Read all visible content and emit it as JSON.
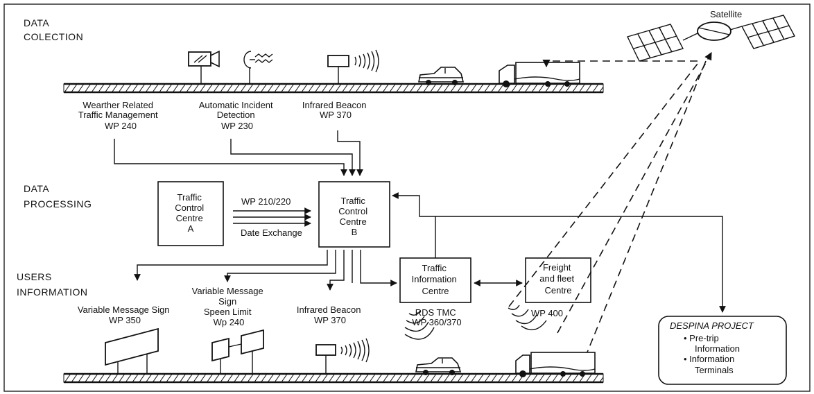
{
  "sections": {
    "collection": [
      "DATA",
      "COLECTION"
    ],
    "processing": [
      "DATA",
      "PROCESSING"
    ],
    "users": [
      "USERS",
      "INFORMATION"
    ]
  },
  "satellite": "Satellite",
  "top_sources": {
    "weather": [
      "Wearther Related",
      "Traffic Management",
      "WP 240"
    ],
    "incident": [
      "Automatic Incident",
      "Detection",
      "WP 230"
    ],
    "beacon": [
      "Infrared Beacon",
      "WP 370"
    ]
  },
  "tcc_a": [
    "Traffic",
    "Control",
    "Centre",
    "A"
  ],
  "tcc_b": [
    "Traffic",
    "Control",
    "Centre",
    "B"
  ],
  "exchange": {
    "wp": "WP 210/220",
    "label": "Date Exchange"
  },
  "tic": [
    "Traffic",
    "Information",
    "Centre"
  ],
  "freight": [
    "Freight",
    "and fleet",
    "Centre"
  ],
  "rds": [
    "RDS TMC",
    "WP 360/370"
  ],
  "freight_wp": "WP 400",
  "outputs": {
    "vms": [
      "Variable Message Sign",
      "WP 350"
    ],
    "vms_speed": [
      "Variable Message",
      "Sign",
      "Speen Limit",
      "Wp 240"
    ],
    "beacon": [
      "Infrared Beacon",
      "WP 370"
    ]
  },
  "despina": {
    "title": "DESPINA PROJECT",
    "items": [
      "•  Pre-trip",
      "Information",
      "•  Information",
      "Terminals"
    ]
  }
}
